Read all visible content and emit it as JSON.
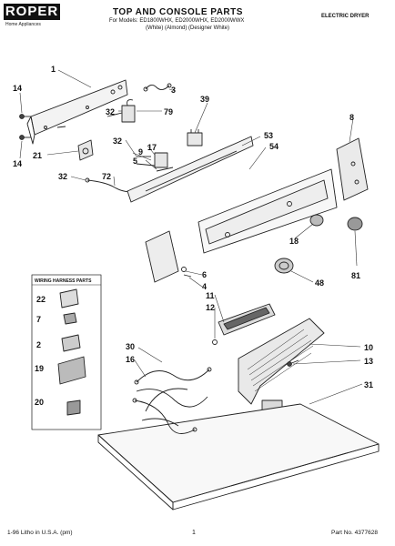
{
  "header": {
    "brand": "ROPER",
    "brand_sub": "Home Appliances",
    "title": "TOP AND CONSOLE PARTS",
    "appliance_type": "ELECTRIC DRYER",
    "models": "For Models: ED1800WHX, ED2000WHX, ED2000WWX",
    "colors": "(White)   (Almond)   (Designer White)"
  },
  "wiring_box_title": "WIRING HARNESS PARTS",
  "callouts": [
    "1",
    "3",
    "14",
    "14",
    "21",
    "32",
    "79",
    "39",
    "8",
    "53",
    "54",
    "32",
    "9",
    "17",
    "5",
    "32",
    "72",
    "18",
    "81",
    "48",
    "6",
    "4",
    "11",
    "12",
    "10",
    "13",
    "30",
    "31",
    "16",
    "22",
    "7",
    "2",
    "19",
    "20"
  ],
  "footer": {
    "left": "1-96 Litho in U.S.A. (pm)",
    "page": "1",
    "part_number": "Part No. 4377628"
  }
}
